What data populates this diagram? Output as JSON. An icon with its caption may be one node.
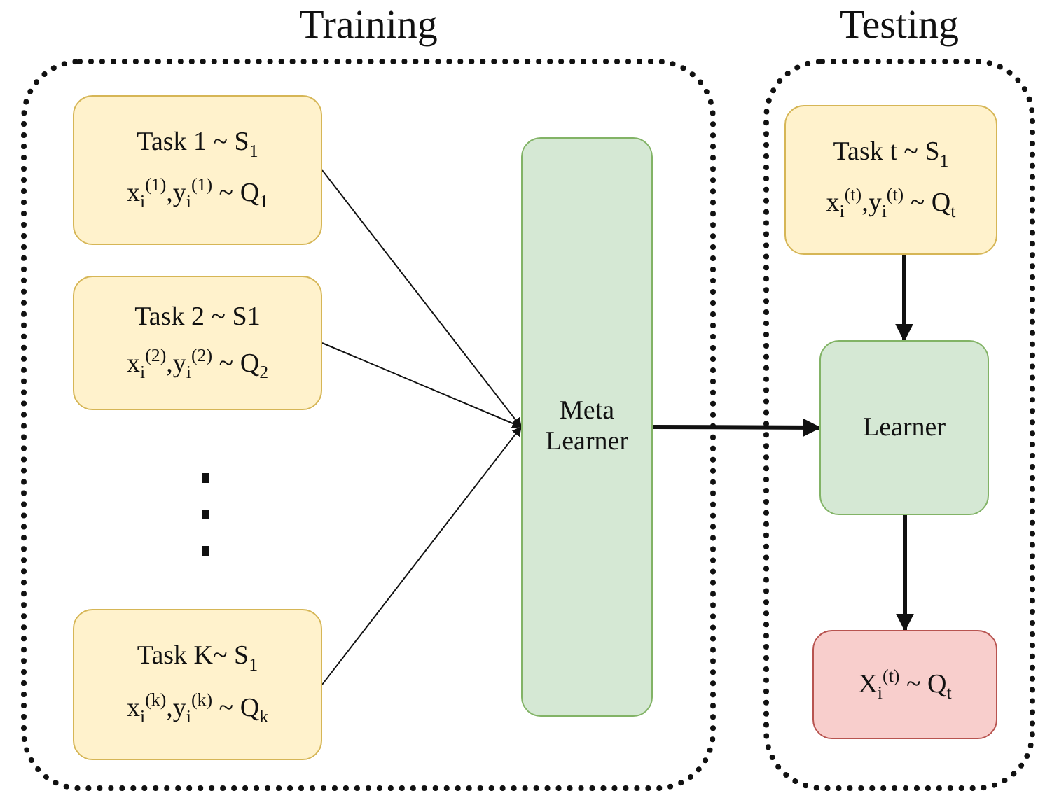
{
  "diagram": {
    "nodes": [
      {
        "text": [
          "Training"
        ]
      },
      {
        "text": [
          "Task 1 ~ S$_{1}$",
          "x$_{i}$$^{(1)}$,y$_{i}$$^{(1)}$ ~ Q$_{1}$"
        ],
        "in": 0
      },
      {
        "text": [
          "Task 2 ~ S1",
          "x$_{i}$$^{(2)}$,y$_{i}$$^{(2)}$ ~ Q$_{2}$"
        ],
        "in": 0
      },
      {
        "text": [
          "Task K~ S$_{1}$",
          "x$_{i}$$^{(k)}$,y$_{i}$$^{(k)}$ ~ Q$_{k}$"
        ],
        "in": 0
      },
      {
        "text": [
          "Meta Learner"
        ],
        "in": 0
      },
      {
        "text": [
          "Testing"
        ]
      },
      {
        "text": [
          "Task t ~ S$_{1}$",
          "x$_{i}$$^{(t)}$,y$_{i}$$^{(t)}$ ~ Q$_{t}$"
        ],
        "in": 5
      },
      {
        "text": [
          "Learner"
        ],
        "in": 5
      },
      {
        "text": [
          "X$_{i}$$^{(t)}$ ~ Q$_{t}$"
        ],
        "in": 5
      }
    ],
    "edges": [
      {
        "from": 1,
        "to": 4,
        "arrow": "to"
      },
      {
        "from": 2,
        "to": 4,
        "arrow": "to"
      },
      {
        "from": 3,
        "to": 4,
        "arrow": "to"
      },
      {
        "from": 4,
        "to": 7,
        "arrow": "to",
        "style": "thick"
      },
      {
        "from": 6,
        "to": 7,
        "arrow": "to",
        "style": "thick"
      },
      {
        "from": 7,
        "to": 8,
        "arrow": "to",
        "style": "thick"
      }
    ]
  }
}
